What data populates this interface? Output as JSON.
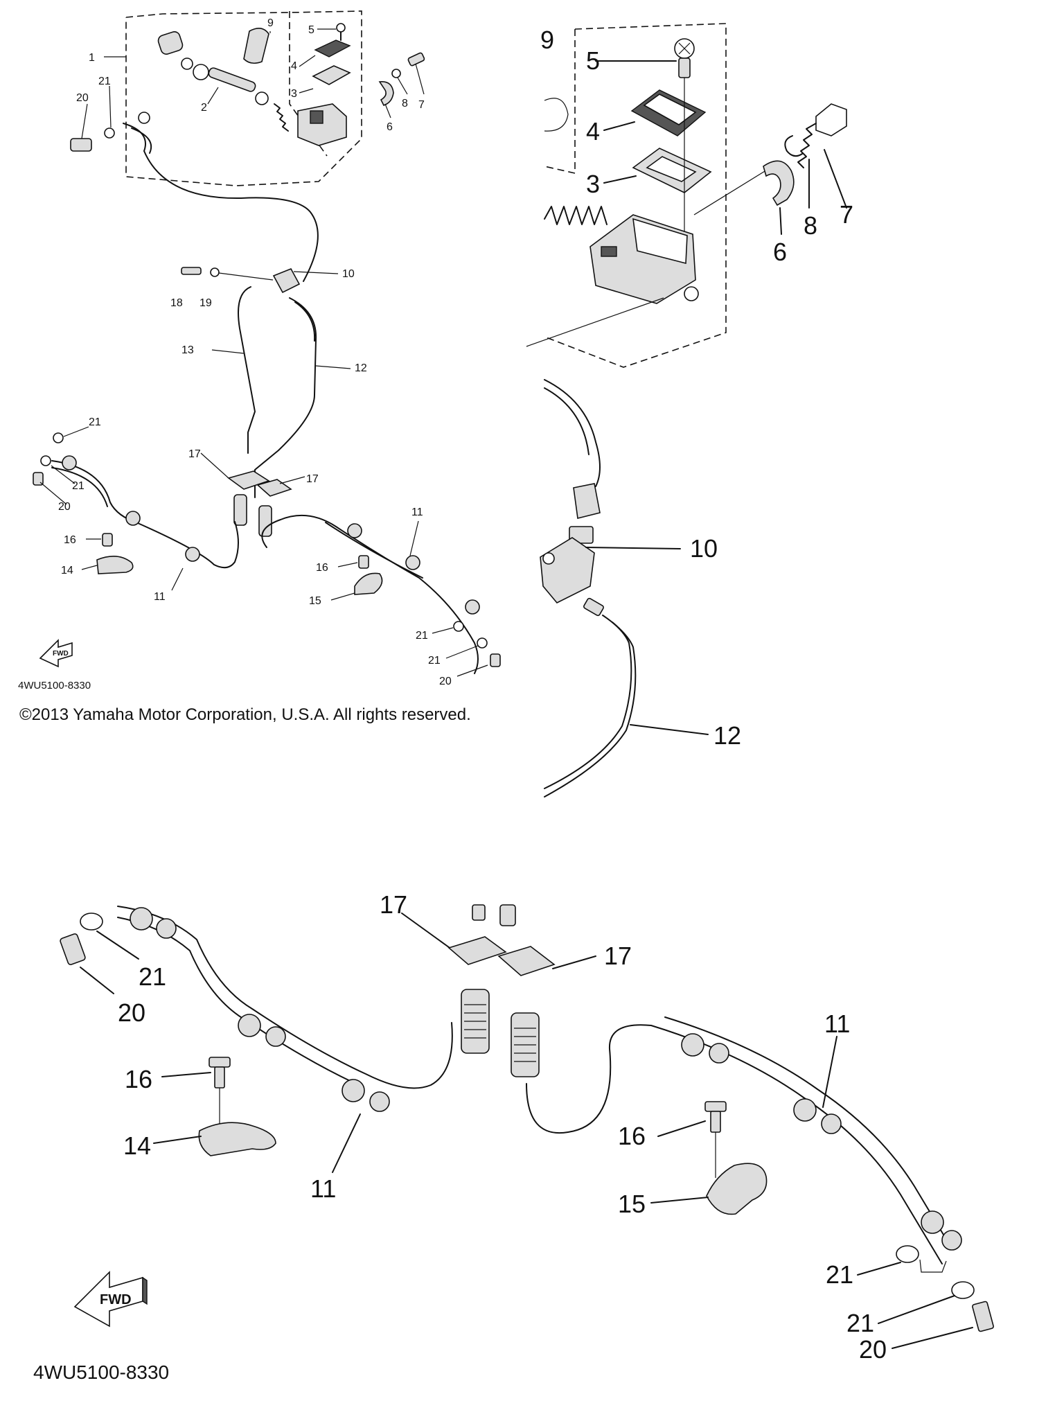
{
  "overview": {
    "callouts": [
      {
        "id": "ov-1",
        "text": "1"
      },
      {
        "id": "ov-2",
        "text": "2"
      },
      {
        "id": "ov-3",
        "text": "3"
      },
      {
        "id": "ov-4",
        "text": "4"
      },
      {
        "id": "ov-5",
        "text": "5"
      },
      {
        "id": "ov-6",
        "text": "6"
      },
      {
        "id": "ov-7",
        "text": "7"
      },
      {
        "id": "ov-8",
        "text": "8"
      },
      {
        "id": "ov-9",
        "text": "9"
      },
      {
        "id": "ov-10",
        "text": "10"
      },
      {
        "id": "ov-11a",
        "text": "11"
      },
      {
        "id": "ov-11b",
        "text": "11"
      },
      {
        "id": "ov-12",
        "text": "12"
      },
      {
        "id": "ov-13",
        "text": "13"
      },
      {
        "id": "ov-14",
        "text": "14"
      },
      {
        "id": "ov-15",
        "text": "15"
      },
      {
        "id": "ov-16a",
        "text": "16"
      },
      {
        "id": "ov-16b",
        "text": "16"
      },
      {
        "id": "ov-17a",
        "text": "17"
      },
      {
        "id": "ov-17b",
        "text": "17"
      },
      {
        "id": "ov-18",
        "text": "18"
      },
      {
        "id": "ov-19",
        "text": "19"
      },
      {
        "id": "ov-20a",
        "text": "20"
      },
      {
        "id": "ov-20b",
        "text": "20"
      },
      {
        "id": "ov-20c",
        "text": "20"
      },
      {
        "id": "ov-21a",
        "text": "21"
      },
      {
        "id": "ov-21b",
        "text": "21"
      },
      {
        "id": "ov-21c",
        "text": "21"
      },
      {
        "id": "ov-21d",
        "text": "21"
      },
      {
        "id": "ov-21e",
        "text": "21"
      }
    ],
    "fwd_label": "FWD",
    "part_code": "4WU5100-8330"
  },
  "copyright": "©2013 Yamaha Motor Corporation, U.S.A. All rights reserved.",
  "zoom_top": {
    "callouts": [
      {
        "id": "zt-9",
        "text": "9"
      },
      {
        "id": "zt-5",
        "text": "5"
      },
      {
        "id": "zt-4",
        "text": "4"
      },
      {
        "id": "zt-3",
        "text": "3"
      },
      {
        "id": "zt-6",
        "text": "6"
      },
      {
        "id": "zt-8",
        "text": "8"
      },
      {
        "id": "zt-7",
        "text": "7"
      },
      {
        "id": "zt-10",
        "text": "10"
      },
      {
        "id": "zt-12",
        "text": "12"
      }
    ]
  },
  "zoom_bottom": {
    "callouts": [
      {
        "id": "zb-17a",
        "text": "17"
      },
      {
        "id": "zb-17b",
        "text": "17"
      },
      {
        "id": "zb-21a",
        "text": "21"
      },
      {
        "id": "zb-20a",
        "text": "20"
      },
      {
        "id": "zb-16a",
        "text": "16"
      },
      {
        "id": "zb-14",
        "text": "14"
      },
      {
        "id": "zb-11a",
        "text": "11"
      },
      {
        "id": "zb-11b",
        "text": "11"
      },
      {
        "id": "zb-16b",
        "text": "16"
      },
      {
        "id": "zb-15",
        "text": "15"
      },
      {
        "id": "zb-21b",
        "text": "21"
      },
      {
        "id": "zb-21c",
        "text": "21"
      },
      {
        "id": "zb-20b",
        "text": "20"
      }
    ],
    "fwd_label": "FWD",
    "part_code": "4WU5100-8330"
  }
}
